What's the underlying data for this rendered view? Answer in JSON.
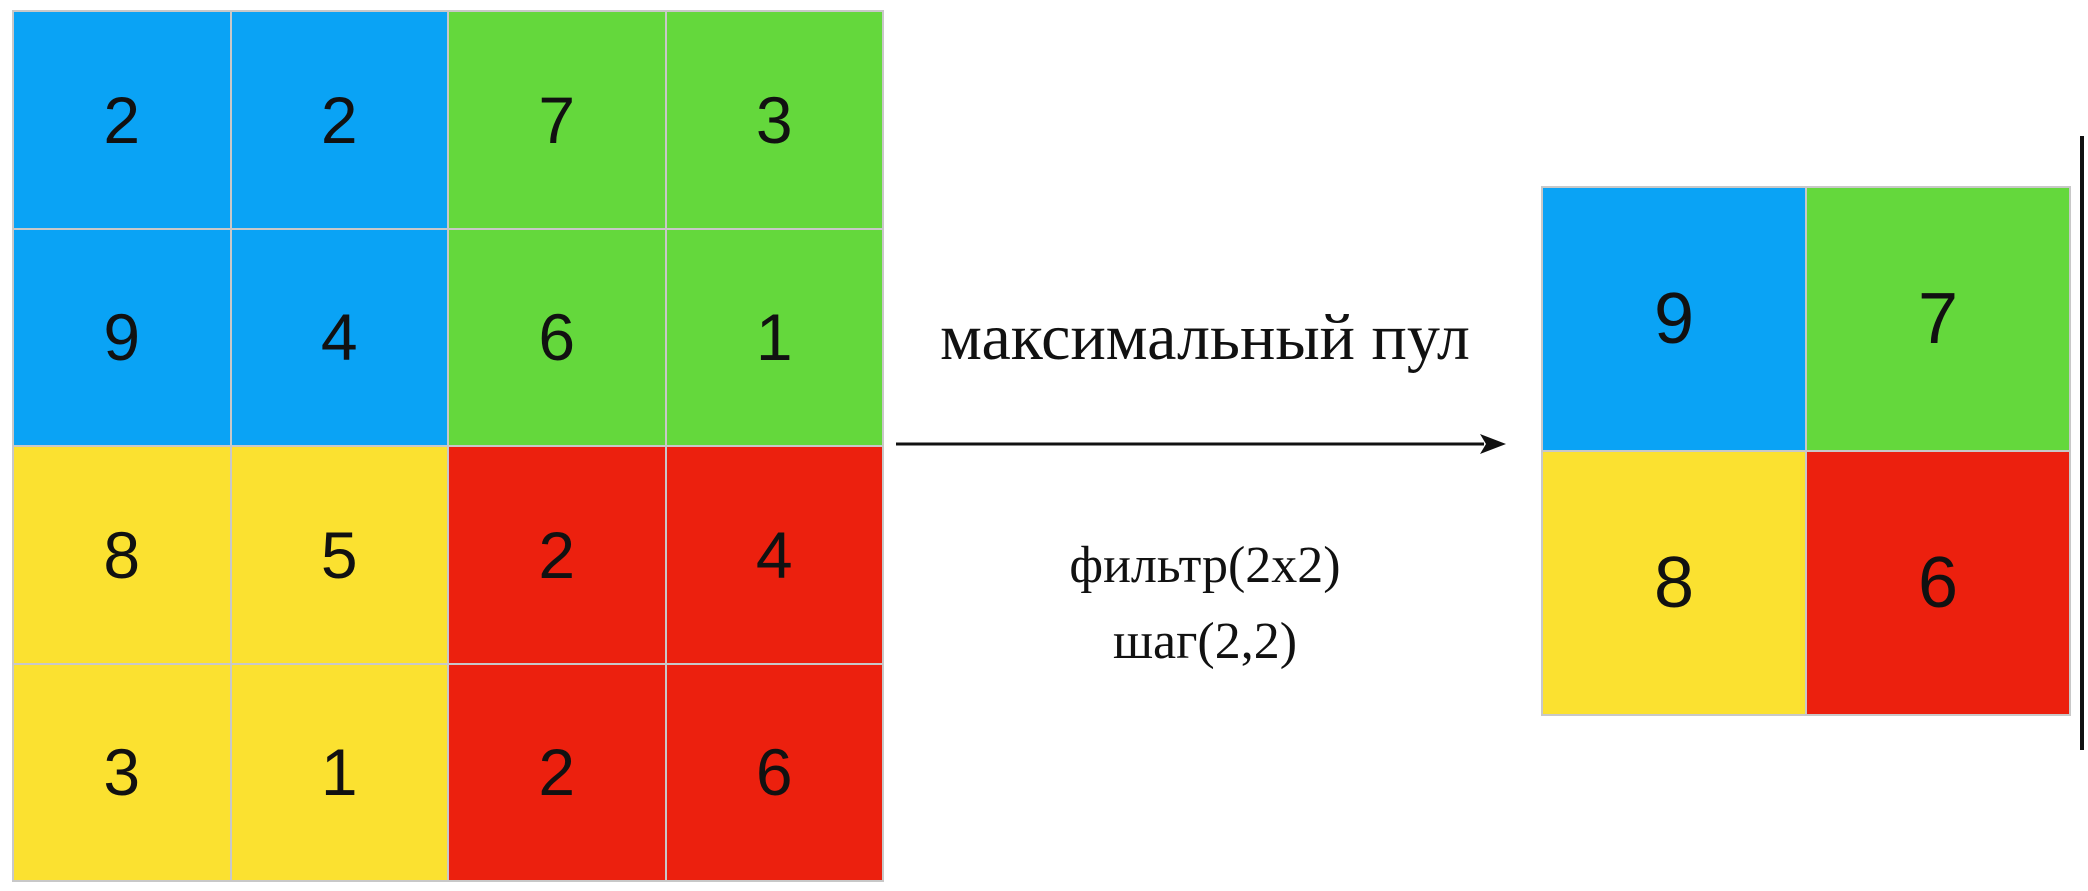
{
  "colors": {
    "blue": "#0aa3f5",
    "green": "#64d83c",
    "yellow": "#fbe130",
    "red": "#ec200e"
  },
  "input_grid": [
    [
      {
        "value": "2",
        "color": "blue"
      },
      {
        "value": "2",
        "color": "blue"
      },
      {
        "value": "7",
        "color": "green"
      },
      {
        "value": "3",
        "color": "green"
      }
    ],
    [
      {
        "value": "9",
        "color": "blue"
      },
      {
        "value": "4",
        "color": "blue"
      },
      {
        "value": "6",
        "color": "green"
      },
      {
        "value": "1",
        "color": "green"
      }
    ],
    [
      {
        "value": "8",
        "color": "yellow"
      },
      {
        "value": "5",
        "color": "yellow"
      },
      {
        "value": "2",
        "color": "red"
      },
      {
        "value": "4",
        "color": "red"
      }
    ],
    [
      {
        "value": "3",
        "color": "yellow"
      },
      {
        "value": "1",
        "color": "yellow"
      },
      {
        "value": "2",
        "color": "red"
      },
      {
        "value": "6",
        "color": "red"
      }
    ]
  ],
  "output_grid": [
    [
      {
        "value": "9",
        "color": "blue"
      },
      {
        "value": "7",
        "color": "green"
      }
    ],
    [
      {
        "value": "8",
        "color": "yellow"
      },
      {
        "value": "6",
        "color": "red"
      }
    ]
  ],
  "operation": {
    "label": "максимальный пул",
    "filter": "фильтр(2x2)",
    "stride": "шаг(2,2)"
  }
}
